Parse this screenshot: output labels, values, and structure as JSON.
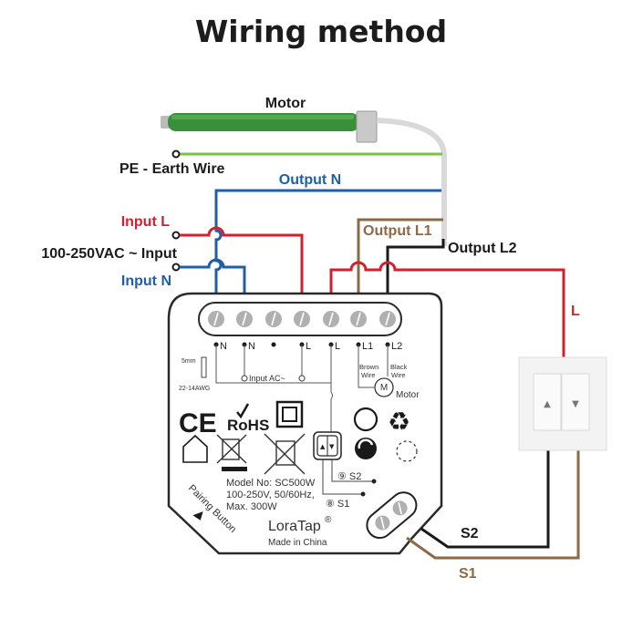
{
  "title": "Wiring method",
  "motor": {
    "label": "Motor"
  },
  "wire_labels": {
    "pe": "PE - Earth Wire",
    "output_n": "Output N",
    "input_l": "Input L",
    "supply": "100-250VAC ~ Input",
    "input_n": "Input N",
    "output_l1": "Output L1",
    "output_l2": "Output L2",
    "switch_l": "L",
    "s2": "S2",
    "s1": "S1"
  },
  "colors": {
    "live": "#d2202f",
    "neutral": "#1f5fa8",
    "earth": "#7cc242",
    "brown": "#8b6a45",
    "black": "#1a1a1a",
    "motor_body": "#3a8f3a",
    "text_dark": "#1c1c1c"
  },
  "device": {
    "terminals": [
      "N",
      "N",
      "",
      "L",
      "L",
      "L1",
      "L2"
    ],
    "strip_length": "5mm",
    "wire_gauge": "22-14AWG",
    "input_ac": "Input  AC~",
    "brown_wire": [
      "Brown",
      "Wire"
    ],
    "black_wire": [
      "Black",
      "Wire"
    ],
    "motor_symbol": "M",
    "motor_label": "Motor",
    "s2_label": "⑨ S2",
    "s1_label": "⑧ S1",
    "model": "Model No: SC500W",
    "rating": "100-250V, 50/60Hz,",
    "max_power": "Max. 300W",
    "brand": "LoraTap",
    "registered": "®",
    "origin": "Made in China",
    "pairing_button": "Pairing Button",
    "marks": [
      "CE",
      "RoHS"
    ]
  },
  "wall_switch": {
    "up_glyph": "▲",
    "down_glyph": "▼"
  }
}
